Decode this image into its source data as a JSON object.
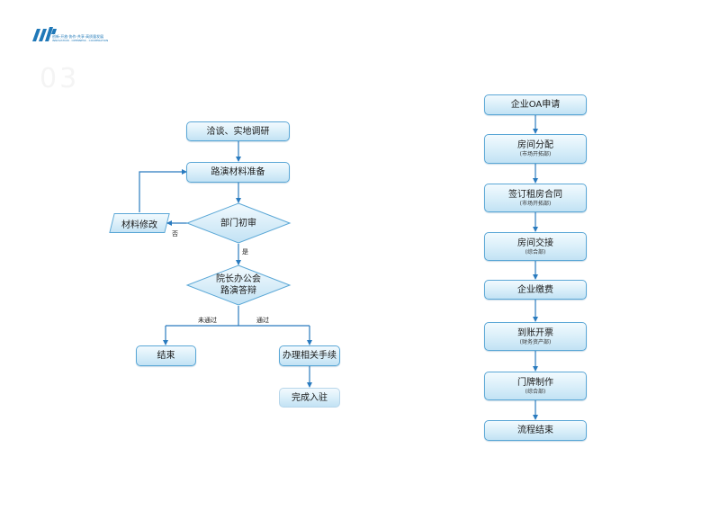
{
  "logo": {
    "line1": "创新·开放·协作·共享·高质量发展",
    "line2": "INNOVATION · OPENNESS · COOPERATION"
  },
  "section_number": "03",
  "left_flow": {
    "negotiation": "洽谈、实地调研",
    "roadshow_prep": "路演材料准备",
    "dept_review": "部门初审",
    "material_revision": "材料修改",
    "president_meeting_line1": "院长办公会",
    "president_meeting_line2": "路演答辩",
    "end": "结束",
    "procedures": "办理相关手续",
    "complete": "完成入驻",
    "label_no": "否",
    "label_yes": "是",
    "label_not_passed": "未通过",
    "label_passed": "通过"
  },
  "right_flow": {
    "steps": [
      {
        "title": "企业OA申请",
        "dept": ""
      },
      {
        "title": "房间分配",
        "dept": "(市场开拓部)"
      },
      {
        "title": "签订租房合同",
        "dept": "(市场开拓部)"
      },
      {
        "title": "房间交接",
        "dept": "(综合部)"
      },
      {
        "title": "企业缴费",
        "dept": ""
      },
      {
        "title": "到账开票",
        "dept": "(财务资产部)"
      },
      {
        "title": "门牌制作",
        "dept": "(综合部)"
      },
      {
        "title": "流程结束",
        "dept": ""
      }
    ]
  },
  "colors": {
    "line": "#2a7bbf",
    "box_border": "#5aa7d6",
    "box_fill": "#d8eef9",
    "logo": "#1f78b8"
  }
}
